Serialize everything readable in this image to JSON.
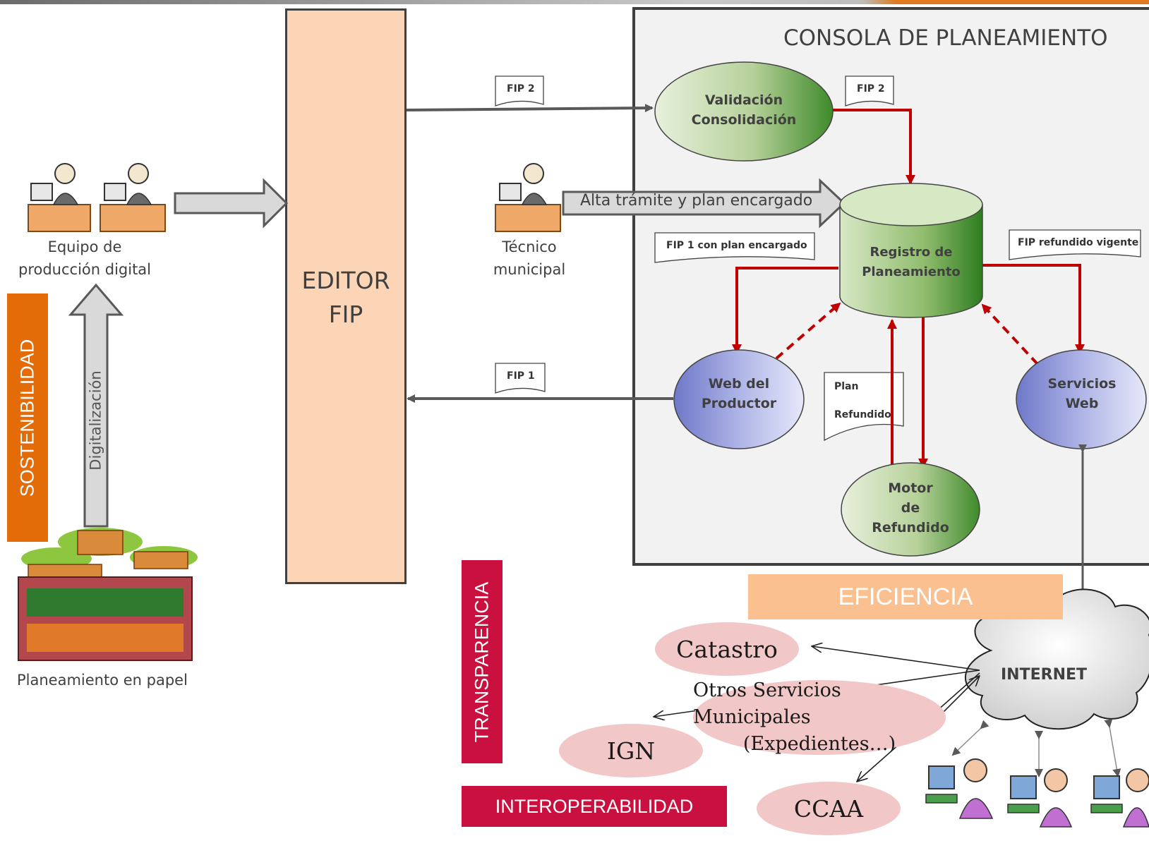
{
  "diagram": {
    "console_title": "CONSOLA DE PLANEAMIENTO",
    "editor": {
      "line1": "EDITOR",
      "line2": "FIP"
    },
    "equipo": {
      "line1": "Equipo de",
      "line2": "producción digital"
    },
    "tecnico": {
      "line1": "Técnico",
      "line2": "municipal"
    },
    "planeamiento_papel": "Planeamiento en papel",
    "digitalizacion": "Digitalización",
    "alta_tramite": "Alta trámite y plan encargado",
    "notes": {
      "fip2_top": "FIP 2",
      "fip2_console": "FIP 2",
      "fip1": "FIP 1",
      "fip1_encargado": "FIP 1 con plan encargado",
      "fip_refundido": "FIP refundido vigente",
      "plan_line1": "Plan",
      "plan_line2": "Refundido"
    },
    "nodes": {
      "validacion": {
        "line1": "Validación",
        "line2": "Consolidación"
      },
      "registro": {
        "line1": "Registro de",
        "line2": "Planeamiento"
      },
      "web_productor": {
        "line1": "Web del",
        "line2": "Productor"
      },
      "servicios_web": {
        "line1": "Servicios",
        "line2": "Web"
      },
      "motor": {
        "line1": "Motor",
        "line2": "de",
        "line3": "Refundido"
      }
    },
    "bands": {
      "sostenibilidad": "SOSTENIBILIDAD",
      "eficiencia": "EFICIENCIA",
      "transparencia": "TRANSPARENCIA",
      "interoperabilidad": "INTEROPERABILIDAD"
    },
    "internet": "INTERNET",
    "services": {
      "catastro": "Catastro",
      "otros_line1": "Otros Servicios Municipales",
      "otros_line2": "(Expedientes…)",
      "ign": "IGN",
      "ccaa": "CCAA"
    },
    "colors": {
      "editor_fill": "#fbd5b5",
      "red_flow": "#c00000",
      "orange_band": "#e36c09",
      "crimson_band": "#c9103f",
      "light_orange_band": "#fac090",
      "pink_oval": "#f2c7c7"
    }
  }
}
